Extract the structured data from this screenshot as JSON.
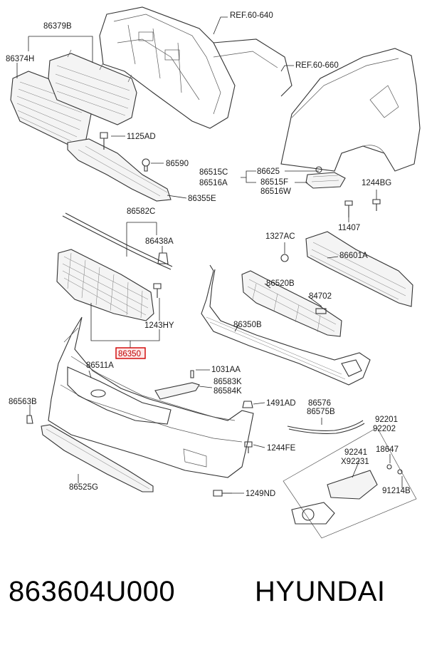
{
  "diagram": {
    "labels": {
      "ref_60_640": "REF.60-640",
      "ref_60_660": "REF.60-660",
      "p86379B": "86379B",
      "p86374H": "86374H",
      "p1125AD": "1125AD",
      "p86590": "86590",
      "p86355E": "86355E",
      "p86515C": "86515C",
      "p86516A": "86516A",
      "p86625": "86625",
      "p86515F": "86515F",
      "p86516W": "86516W",
      "p1244BG": "1244BG",
      "p11407": "11407",
      "p86582C": "86582C",
      "p86438A": "86438A",
      "p1243HY": "1243HY",
      "p86350": "86350",
      "p1327AC": "1327AC",
      "p86601A": "86601A",
      "p86520B": "86520B",
      "p84702": "84702",
      "p86350B": "86350B",
      "p86511A": "86511A",
      "p1031AA": "1031AA",
      "p86583K": "86583K",
      "p86584K": "86584K",
      "p86563B": "86563B",
      "p1491AD": "1491AD",
      "p86576": "86576",
      "p86575B": "86575B",
      "p92201": "92201",
      "p92202": "92202",
      "p1244FE": "1244FE",
      "p92241": "92241",
      "pX92231": "X92231",
      "p18647": "18647",
      "p91214B": "91214B",
      "p86525G": "86525G",
      "p1249ND": "1249ND"
    },
    "highlight_color": "#d00000"
  },
  "footer": {
    "part_number": "863604U000",
    "brand": "HYUNDAI"
  }
}
